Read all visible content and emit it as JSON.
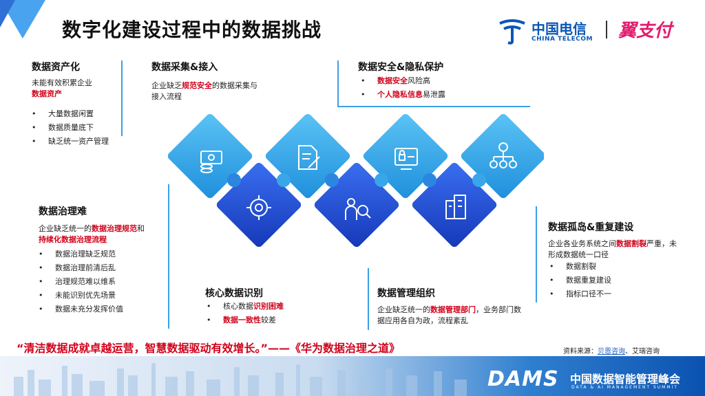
{
  "title": "数字化建设过程中的数据挑战",
  "logos": {
    "telecom_cn": "中国电信",
    "telecom_en": "CHINA TELECOM",
    "pay": "翼支付"
  },
  "asset": {
    "title": "数据资产化",
    "desc_1": "未能有效积累企业",
    "desc_red": "数据资产",
    "items": [
      "大量数据闲置",
      "数据质量底下",
      "缺乏统一资产管理"
    ]
  },
  "collect": {
    "title": "数据采集&接入",
    "desc_pre": "企业缺乏",
    "desc_red": "规范安全",
    "desc_post": "的数据采集与接入流程"
  },
  "security": {
    "title": "数据安全&隐私保护",
    "items": [
      {
        "red": "数据安全",
        "rest": "风险高"
      },
      {
        "red": "个人隐私信息",
        "rest": "易泄露"
      }
    ]
  },
  "governance": {
    "title": "数据治理难",
    "desc_pre": "企业缺乏统一的",
    "desc_red1": "数据治理规范",
    "desc_mid": "和",
    "desc_red2": "持续化数据治理流程",
    "items": [
      "数据治理缺乏规范",
      "数据治理前清后乱",
      "治理规范难以维系",
      "未能识别优先场景",
      "数据未充分发挥价值"
    ]
  },
  "identify": {
    "title": "核心数据识别",
    "items": [
      {
        "pre": "核心数据",
        "red": "识别困难",
        "rest": ""
      },
      {
        "pre": "",
        "red": "数据一致性",
        "rest": "较差"
      }
    ]
  },
  "org": {
    "title": "数据管理组织",
    "desc_pre": "企业缺乏统一的",
    "desc_red": "数据管理部门",
    "desc_post": "，业务部门数据应用各自为政，流程紊乱"
  },
  "island": {
    "title": "数据孤岛&重复建设",
    "desc_pre": "企业各业务系统之间",
    "desc_red": "数据割裂",
    "desc_post": "严重，未形成数据统一口径",
    "items": [
      "数据割裂",
      "数据重复建设",
      "指标口径不一"
    ]
  },
  "puzzle_icons": [
    "money-icon",
    "document-edit-icon",
    "lock-screen-icon",
    "org-chart-icon",
    "gear-icon",
    "people-search-icon",
    "building-icon"
  ],
  "quote": "“清洁数据成就卓越运营，智慧数据驱动有效增长。”——《华为数据治理之道》",
  "source": {
    "label": "资料来源：",
    "link": "贝恩咨询",
    "sep": "、",
    "rest": "艾瑞咨询"
  },
  "footer": {
    "brand": "DAMS",
    "cn": "中国数据智能管理峰会",
    "en": "DATA & AI MANAGEMENT SUMMIT"
  },
  "colors": {
    "light_blue": "#29a3e6",
    "dark_blue": "#1e55d9",
    "line": "#3ba0e6",
    "red": "#d0021b",
    "pink": "#e31b6d"
  }
}
